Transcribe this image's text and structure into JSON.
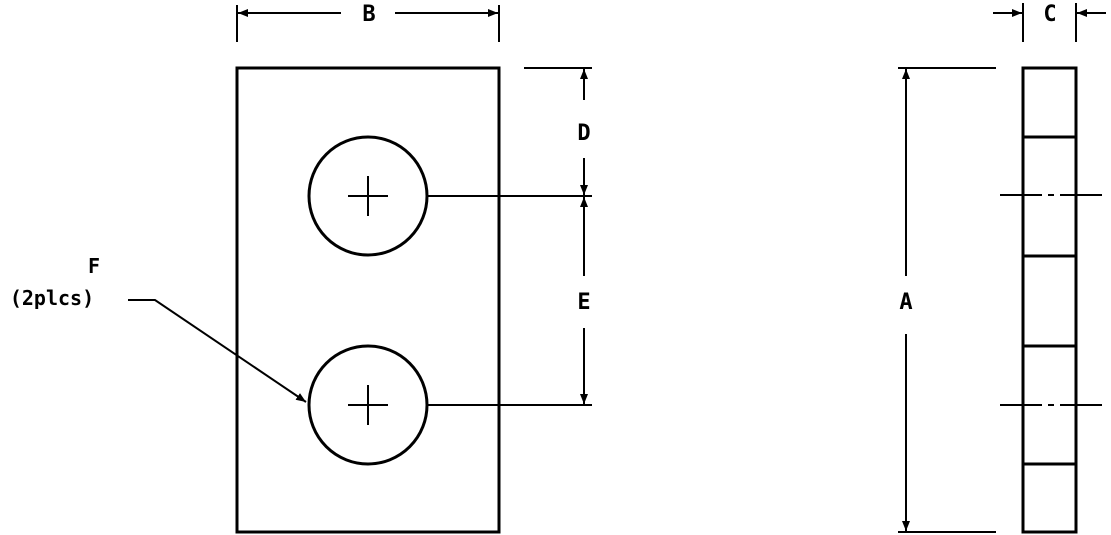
{
  "labels": {
    "width": "B",
    "thickness": "C",
    "hole_offset": "D",
    "hole_spacing": "E",
    "height": "A",
    "hole_callout": "F",
    "hole_callout_qty": "(2plcs)"
  }
}
